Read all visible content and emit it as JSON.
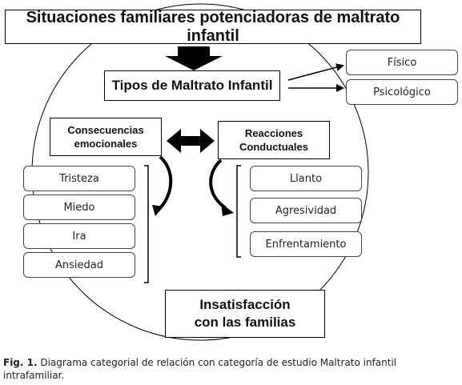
{
  "title": "Situaciones familiares potenciadoras de maltrato infantil",
  "tipos": "Tipos de Maltrato Infantil",
  "types": [
    "Físico",
    "Psicológico"
  ],
  "consecuencias": {
    "line1": "Consecuencias",
    "line2": "emocionales"
  },
  "reacciones": {
    "line1": "Reacciones",
    "line2": "Conductuales"
  },
  "emotions": [
    "Tristeza",
    "Miedo",
    "Ira",
    "Ansiedad"
  ],
  "behaviors": [
    "Llanto",
    "Agresividad",
    "Enfrentamiento"
  ],
  "insatisfaccion": {
    "line1": "Insatisfacción",
    "line2": "con las familias"
  },
  "caption": {
    "label": "Fig. 1.",
    "text": " Diagrama categorial de relación con categoría de estudio Maltrato infantil intrafamiliar."
  }
}
